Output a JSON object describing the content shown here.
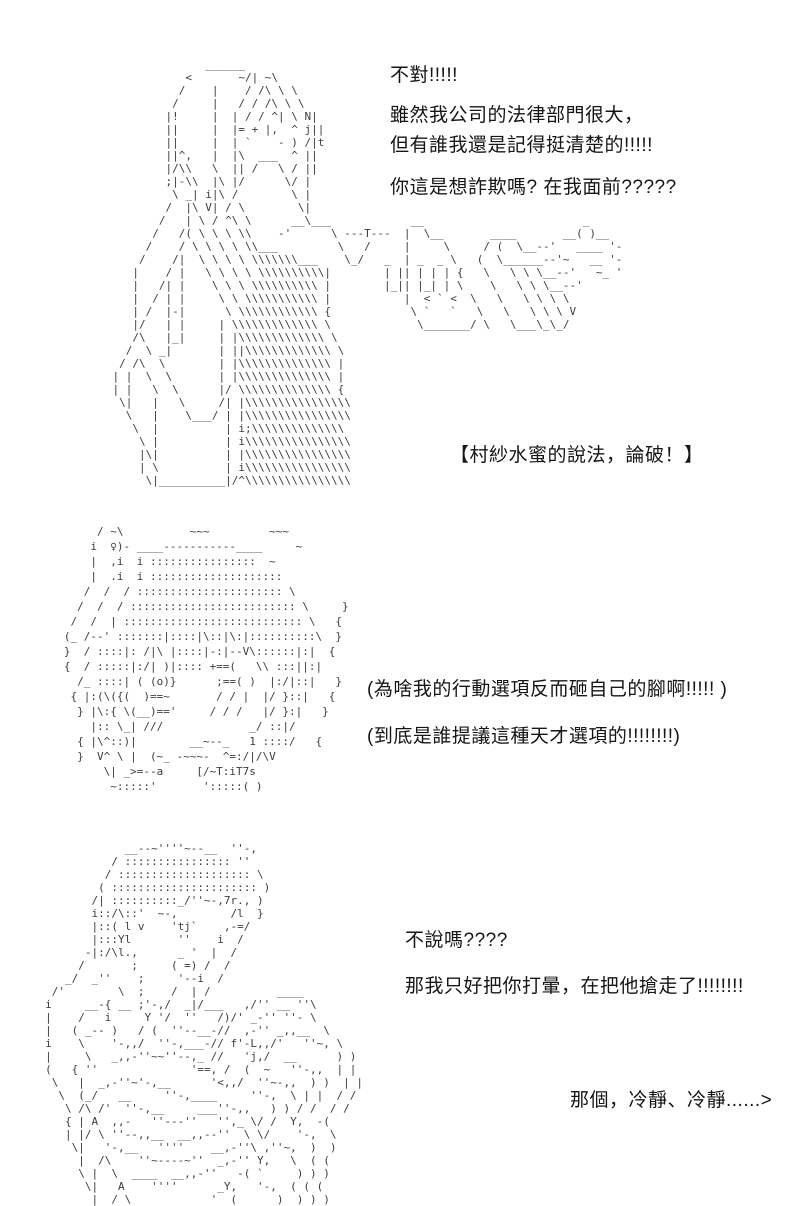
{
  "page": {
    "background_color": "#ffffff",
    "text_color": "#161616",
    "art_color": "#3d3d3d"
  },
  "panel1": {
    "dialogue": [
      "不對!!!!!",
      "雖然我公司的法律部門很大，",
      "但有誰我還是記得挺清楚的!!!!!",
      "你這是想詐欺嗎? 在我面前?????"
    ],
    "caption": "【村紗水蜜的說法，論破！】",
    "ascii_art": {
      "name": "pointing-character",
      "lines": [
        "                  ______",
        "               <       ~/| ~\\",
        "              /    |    / /\\ \\ \\",
        "             /     |   / / /\\ \\ \\",
        "            |!     |  | / / ^| \\ N|",
        "            ||     |  |= + |,  ^ j||",
        "            ||     |  | `    - ) /|t",
        "            ||^,   |  |\\  ___  ^ ||",
        "            |/\\\\   \\  || /   \\ / ||",
        "            ;|-\\\\  |\\ |/      \\/ |",
        "             \\ _| i|\\ /        \\ |",
        "            /  |\\ V| / \\        \\|",
        "           /   | \\ / ^\\ \\      __\\___            __                        _",
        "          /   /( \\ \\ \\ \\\\    -'      \\ ---T---  |  \\__       ____       __( )__",
        "         /    / \\ \\ \\ \\ \\\\___         \\   /     |     \\     / (  \\__--'   ____ '-",
        "        /    /|  \\ \\ \\ \\ \\\\\\\\\\\\\\___    \\_/   _  | _  _ \\   (  \\______--'~   __ '-",
        "       |    / |   \\ \\ \\ \\ \\\\\\\\\\\\\\\\\\\\|        | || | | | {   \\   \\ \\ \\__--'   ~_ '",
        "       |   /| |    \\ \\ \\ \\\\\\\\\\\\\\\\\\\\ |        |_|| |_| | \\    \\   \\ \\ \\__--'",
        "       |  / | |     \\ \\ \\\\\\\\\\\\\\\\\\\\\\ |           |  < ` <  \\   \\   \\ \\ \\ \\",
        "       | /  |-|      \\ \\\\\\\\\\\\\\\\\\\\\\\\ {            \\ `   `   \\   \\   \\ \\ \\ V",
        "       |/   | |     | \\\\\\\\\\\\\\\\\\\\\\\\\\ \\             \\_______/ \\   \\___\\_\\_/",
        "       /\\   |_|     | |\\\\\\\\\\\\\\\\\\\\\\\\\\ \\",
        "      /  \\ _|       | ||\\\\\\\\\\\\\\\\\\\\\\\\\\ \\",
        "     / /\\  \\        | |\\\\\\\\\\\\\\\\\\\\\\\\\\\\ |",
        "    | |  \\  \\       | |\\\\\\\\\\\\\\\\\\\\\\\\\\\\ |",
        "    | |   \\  \\      |/ \\\\\\\\\\\\\\\\\\\\\\\\\\\\ {",
        "     \\|   |   \\     /| |\\\\\\\\\\\\\\\\\\\\\\\\\\\\\\\\",
        "      \\   |    \\___/ | |\\\\\\\\\\\\\\\\\\\\\\\\\\\\\\\\",
        "       \\  |          | i;\\\\\\\\\\\\\\\\\\\\\\\\\\\\",
        "        \\ |          | i\\\\\\\\\\\\\\\\\\\\\\\\\\\\\\\\",
        "        |\\|          | |\\\\\\\\\\\\\\\\\\\\\\\\\\\\\\\\",
        "        | \\          | i\\\\\\\\\\\\\\\\\\\\\\\\\\\\\\\\",
        "         \\|__________|/^\\\\\\\\\\\\\\\\\\\\\\\\\\\\\\\\"
      ]
    }
  },
  "panel2": {
    "dialogue": [
      "(為啥我的行動選項反而砸自己的腳啊!!!!! )",
      "(到底是誰提議這種天才選項的!!!!!!!!)"
    ],
    "ascii_art": {
      "name": "flustered-girl",
      "lines": [
        "        / ~\\          ~~~         ~~~",
        "       i  ♀)- ____-----------____     ~",
        "       |  ,i  i ::::::::::::::::  ~",
        "       |  .i  i ::::::::::::::::::::",
        "      /  /  / :::::::::::::::::::::: \\",
        "     /  /  / ::::::::::::::::::::::::: \\     }",
        "    /  /  | ::::::::::::::::::::::::::: \\   {",
        "   (_ /--' :::::::|::::|\\::|\\:|::::::::::\\  }",
        "   }  / ::::|: /|\\ |::::|-:|--V\\::::::|:|  {",
        "   {  / :::::|:/| )|:::: +==(   \\\\ :::||:|",
        "     /_ ::::| ( (o)}      ;==( )  |:/|::|   }",
        "    { |:(\\({(  )==~       / / |  |/ }::|   {",
        "     } |\\:{ \\(__)=='     / / /   |/ }:|   }",
        "       |:: \\_| ///             _/ ::|/",
        "     { |\\^::)|        __~--_   1 ::::/   {",
        "     }  V^ \\ |  (~_ -~~~-  ^=:/|/\\V",
        "         \\| _>=--a     [/~T:iT7s",
        "          ~:::::'       ':::::( )"
      ]
    }
  },
  "panel3": {
    "dialogue": [
      "不說嗎????",
      "那我只好把你打暈，在把他搶走了!!!!!!!!"
    ],
    "aside": "那個，冷靜、冷靜......>",
    "ascii_art": {
      "name": "muscular-man",
      "lines": [
        "                 __--~''''~--__  ''-,",
        "               / :::::::::::::::: ''",
        "              / :::::::::::::::::::: \\",
        "             ( :::::::::::::::::::::: )",
        "            /| ::::::::::_/''~-,7r., )",
        "            i::/\\::'  ~-,        /l  }",
        "            |::( l v    'tj`    ,-=/",
        "            |:::Yl       ''    i  /",
        "           -|:/\\l.,      _ '  |  /",
        "          /       ;     ( =) /  /",
        "        _/  _''    ;     '--i  /",
        "      /'        \\  ;    /  | /          ____",
        "     i     __-{ __ ;'-,/  _|/___   ,/'' __ ''\\",
        "     |    /   i     Y '/  ''   /)/' _-'' ''- \\",
        "     |   ( _-- )   / (  ''--__-//  ,-'' _,,__  \\",
        "     i    \\    '-,,/  ''-,___-// f'-L,,/'   ''~, \\",
        "     |     \\   _,,-''~~''--,_ //   'j,/  __      ) )",
        "     (   { ''              '==, /  (  ~   ''-,,  | |",
        "      \\   |  _,-''~'-,__      '<,,/  ''~-,,  ) )  | |",
        "       \\  (_/   __     ''-,____     ''-,  \\ | |  / /",
        "        \\ /\\ /'  ''-,__     ___''-,,   ) ) / /  / /",
        "        { | A  ,,-   ''---''   '',_ \\/ /  Y,  -(",
        "        | |/ \\ ''--,,__  __,,--''  \\ \\/    '-,  \\",
        "         \\|   '-,__   ''''    __,-''\\ ,''~,  )  )",
        "          |  /\\    ''~----~''  _,-'' Y,   \\  ( (",
        "          \\ |  \\  ____  __,,-''   -( `     ) ) )",
        "           \\|   A    ''''      _Y,   '-,  ( ( (",
        "            |  / \\            '  (      )  ) ) )"
      ]
    }
  }
}
